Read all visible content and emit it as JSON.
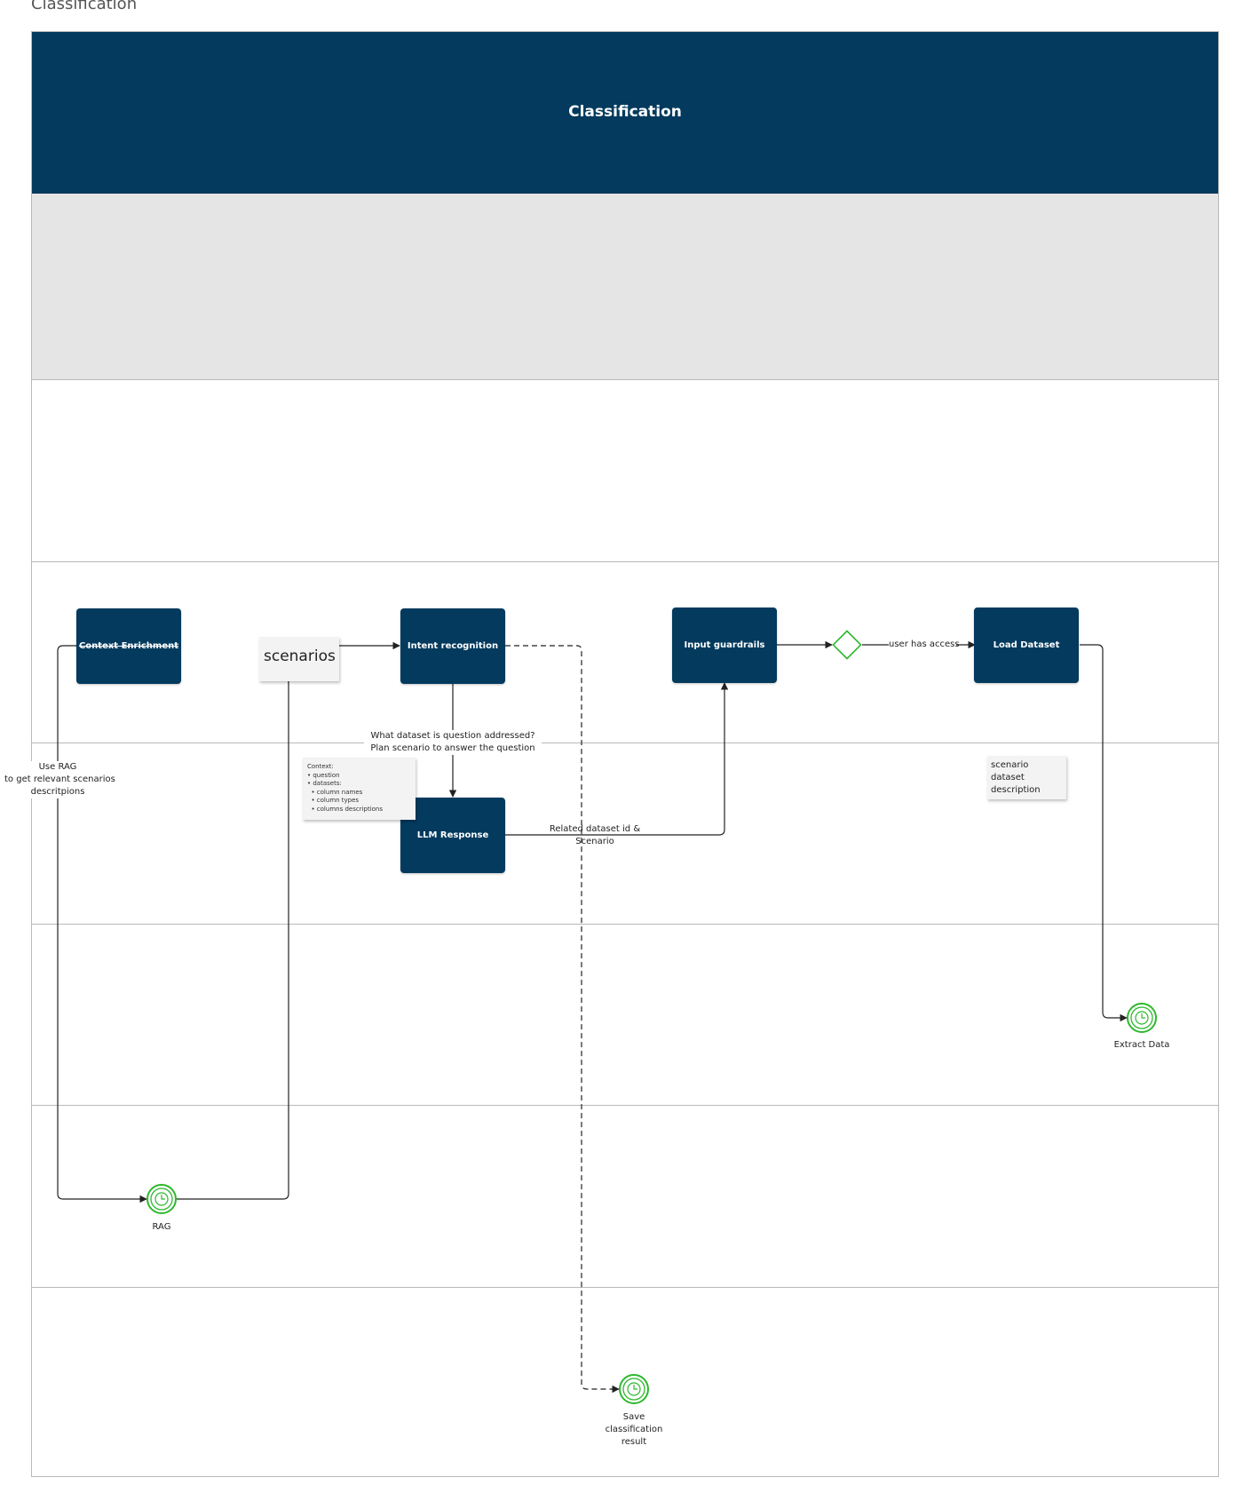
{
  "page_title": "Classification",
  "header": {
    "title": "Classification"
  },
  "tasks": {
    "context_enrichment": "Context Enrichment",
    "intent_recognition": "Intent recognition",
    "llm_response": "LLM Response",
    "input_guardrails": "Input guardrails",
    "load_dataset": "Load Dataset"
  },
  "notes": {
    "scenarios": "scenarios",
    "context": "Context:\n• question\n• datasets:\n  • column names\n  • column types\n  • columns descriptions",
    "dataset_info": "scenario\ndataset\ndescription"
  },
  "labels": {
    "use_rag": "Use RAG\nto get relevant scenarios\ndescritpions",
    "question": "What dataset is question addressed?\nPlan scenario to answer the question",
    "related": "Related dataset id &\nScenario",
    "user_access": "user has access"
  },
  "events": {
    "rag": "RAG",
    "extract_data": "Extract Data",
    "save_result": "Save\nclassification\nresult"
  },
  "colors": {
    "task_fill": "#033a5e",
    "event_stroke": "#2eb82e",
    "gray_band": "#e5e5e5"
  }
}
